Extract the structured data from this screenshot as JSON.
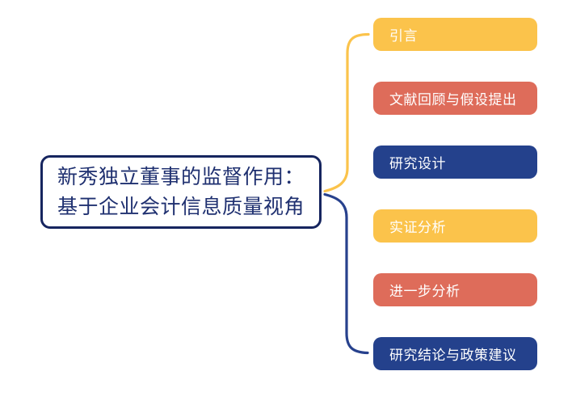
{
  "central": {
    "line1": "新秀独立董事的监督作用：",
    "line2": "基于企业会计信息质量视角"
  },
  "branches": [
    {
      "label": "引言",
      "color_key": "yellow"
    },
    {
      "label": "文献回顾与假设提出",
      "color_key": "salmon"
    },
    {
      "label": "研究设计",
      "color_key": "navy"
    },
    {
      "label": "实证分析",
      "color_key": "yellow"
    },
    {
      "label": "进一步分析",
      "color_key": "salmon"
    },
    {
      "label": "研究结论与政策建议",
      "color_key": "navy"
    }
  ],
  "colors": {
    "yellow": "#fbc34b",
    "salmon": "#de6c5a",
    "navy": "#24418c",
    "connector_top": "#fbc34b",
    "connector_bottom": "#27418d",
    "center_border": "#16255f",
    "center_text": "#1f3070",
    "branch_text": "#ffffff",
    "background": "#ffffff"
  }
}
